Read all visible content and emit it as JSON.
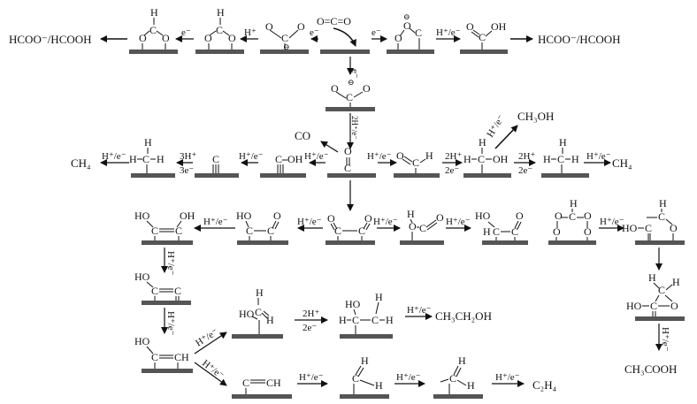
{
  "products": {
    "formate_left": "HCOO⁻/HCOOH",
    "formate_right": "HCOO⁻/HCOOH",
    "methanol": "CH₃OH",
    "methane_left": "CH₄",
    "methane_right": "CH₄",
    "co": "CO",
    "ethanol": "CH₃CH₂OH",
    "acetic_acid": "CH₃COOH",
    "ethylene": "C₂H₄"
  },
  "steps": {
    "e": "e⁻",
    "h": "H⁺",
    "h_e": "H⁺/e⁻",
    "two_h_e": "2H⁺/e⁻",
    "two_h": "2H⁺",
    "two_e": "2e⁻",
    "three_h": "3H⁺",
    "three_e": "3e⁻"
  },
  "atoms": {
    "O": "O",
    "C": "C",
    "H": "H",
    "OH": "OH",
    "HO": "HO",
    "minus": "⊖",
    "dot": "·",
    "CH": "CH",
    "co2": "O=C=O"
  }
}
